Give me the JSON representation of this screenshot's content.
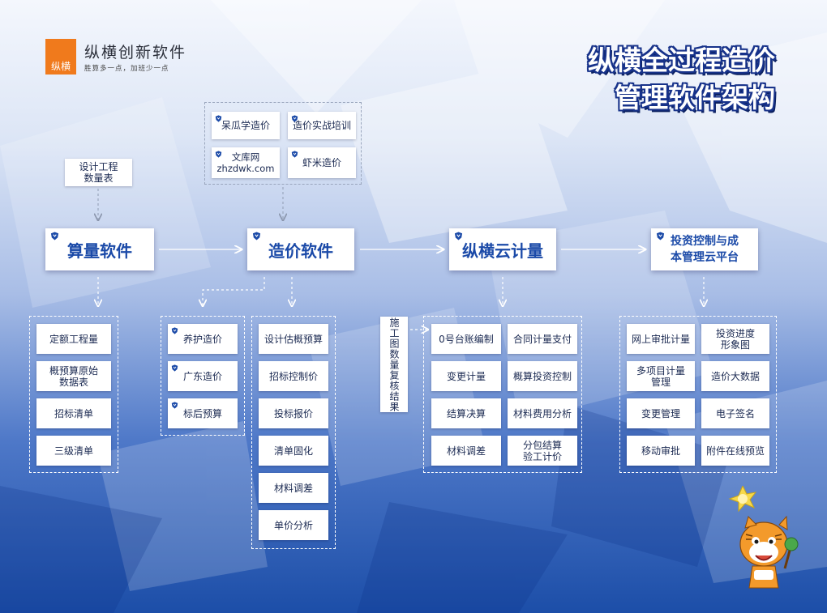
{
  "logo": {
    "mark": "纵横",
    "name": "纵横创新软件",
    "slogan": "胜算多一点，加班少一点"
  },
  "title": {
    "line1": "纵横全过程造价",
    "line2": "管理软件架构"
  },
  "top_sources": {
    "design_table": "设计工程\n数量表",
    "items": [
      "呆瓜学造价",
      "造价实战培训",
      "文库网\nzhzdwk.com",
      "虾米造价"
    ]
  },
  "main_nodes": [
    "算量软件",
    "造价软件",
    "纵横云计量",
    "投资控制与成\n本管理云平台"
  ],
  "suanliang_items": [
    "定额工程量",
    "概预算原始\n数据表",
    "招标清单",
    "三级清单"
  ],
  "zaojia_left_items": [
    "养护造价",
    "广东造价",
    "标后预算"
  ],
  "zaojia_right_items": [
    "设计估概预算",
    "招标控制价",
    "投标报价",
    "清单固化",
    "材料调差",
    "单价分析"
  ],
  "cloud_side_label": "施工图数量复核结果",
  "cloud_items": [
    "0号台账编制",
    "合同计量支付",
    "变更计量",
    "概算投资控制",
    "结算决算",
    "材料费用分析",
    "材料调差",
    "分包结算\n验工计价"
  ],
  "platform_items": [
    "网上审批计量",
    "投资进度\n形象图",
    "多项目计量\n管理",
    "造价大数据",
    "变更管理",
    "电子签名",
    "移动审批",
    "附件在线预览"
  ],
  "colors": {
    "accent_blue": "#1b4aa8",
    "logo_orange": "#f07a1c",
    "title_outline": "#17328a"
  },
  "icons": {
    "node_marker": "shield-icon",
    "mascot": "tiger-mascot-icon"
  }
}
